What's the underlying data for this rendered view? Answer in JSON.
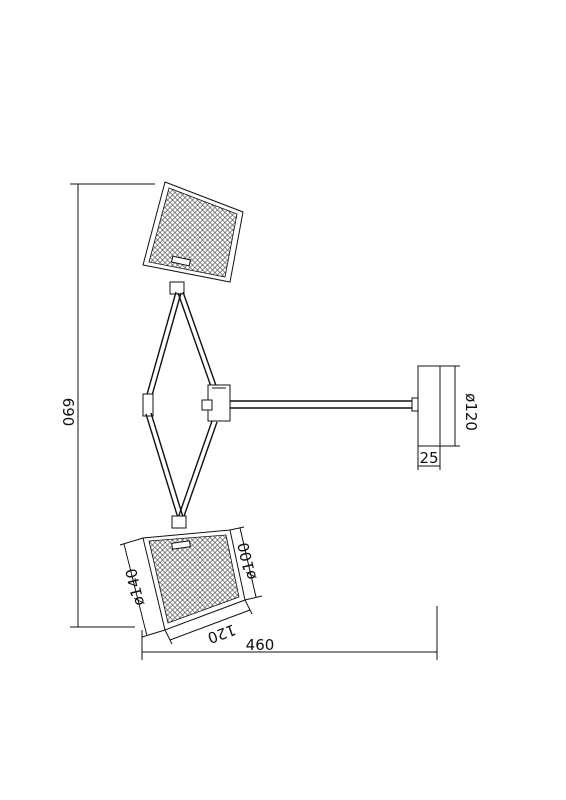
{
  "dimensions": {
    "height_total": "690",
    "width_total": "460",
    "base_diameter": "ø120",
    "base_depth": "25",
    "shade_top_diameter": "ø100",
    "shade_bottom_diameter": "ø140",
    "shade_height": "120"
  },
  "colors": {
    "line": "#111111",
    "background": "#ffffff"
  }
}
